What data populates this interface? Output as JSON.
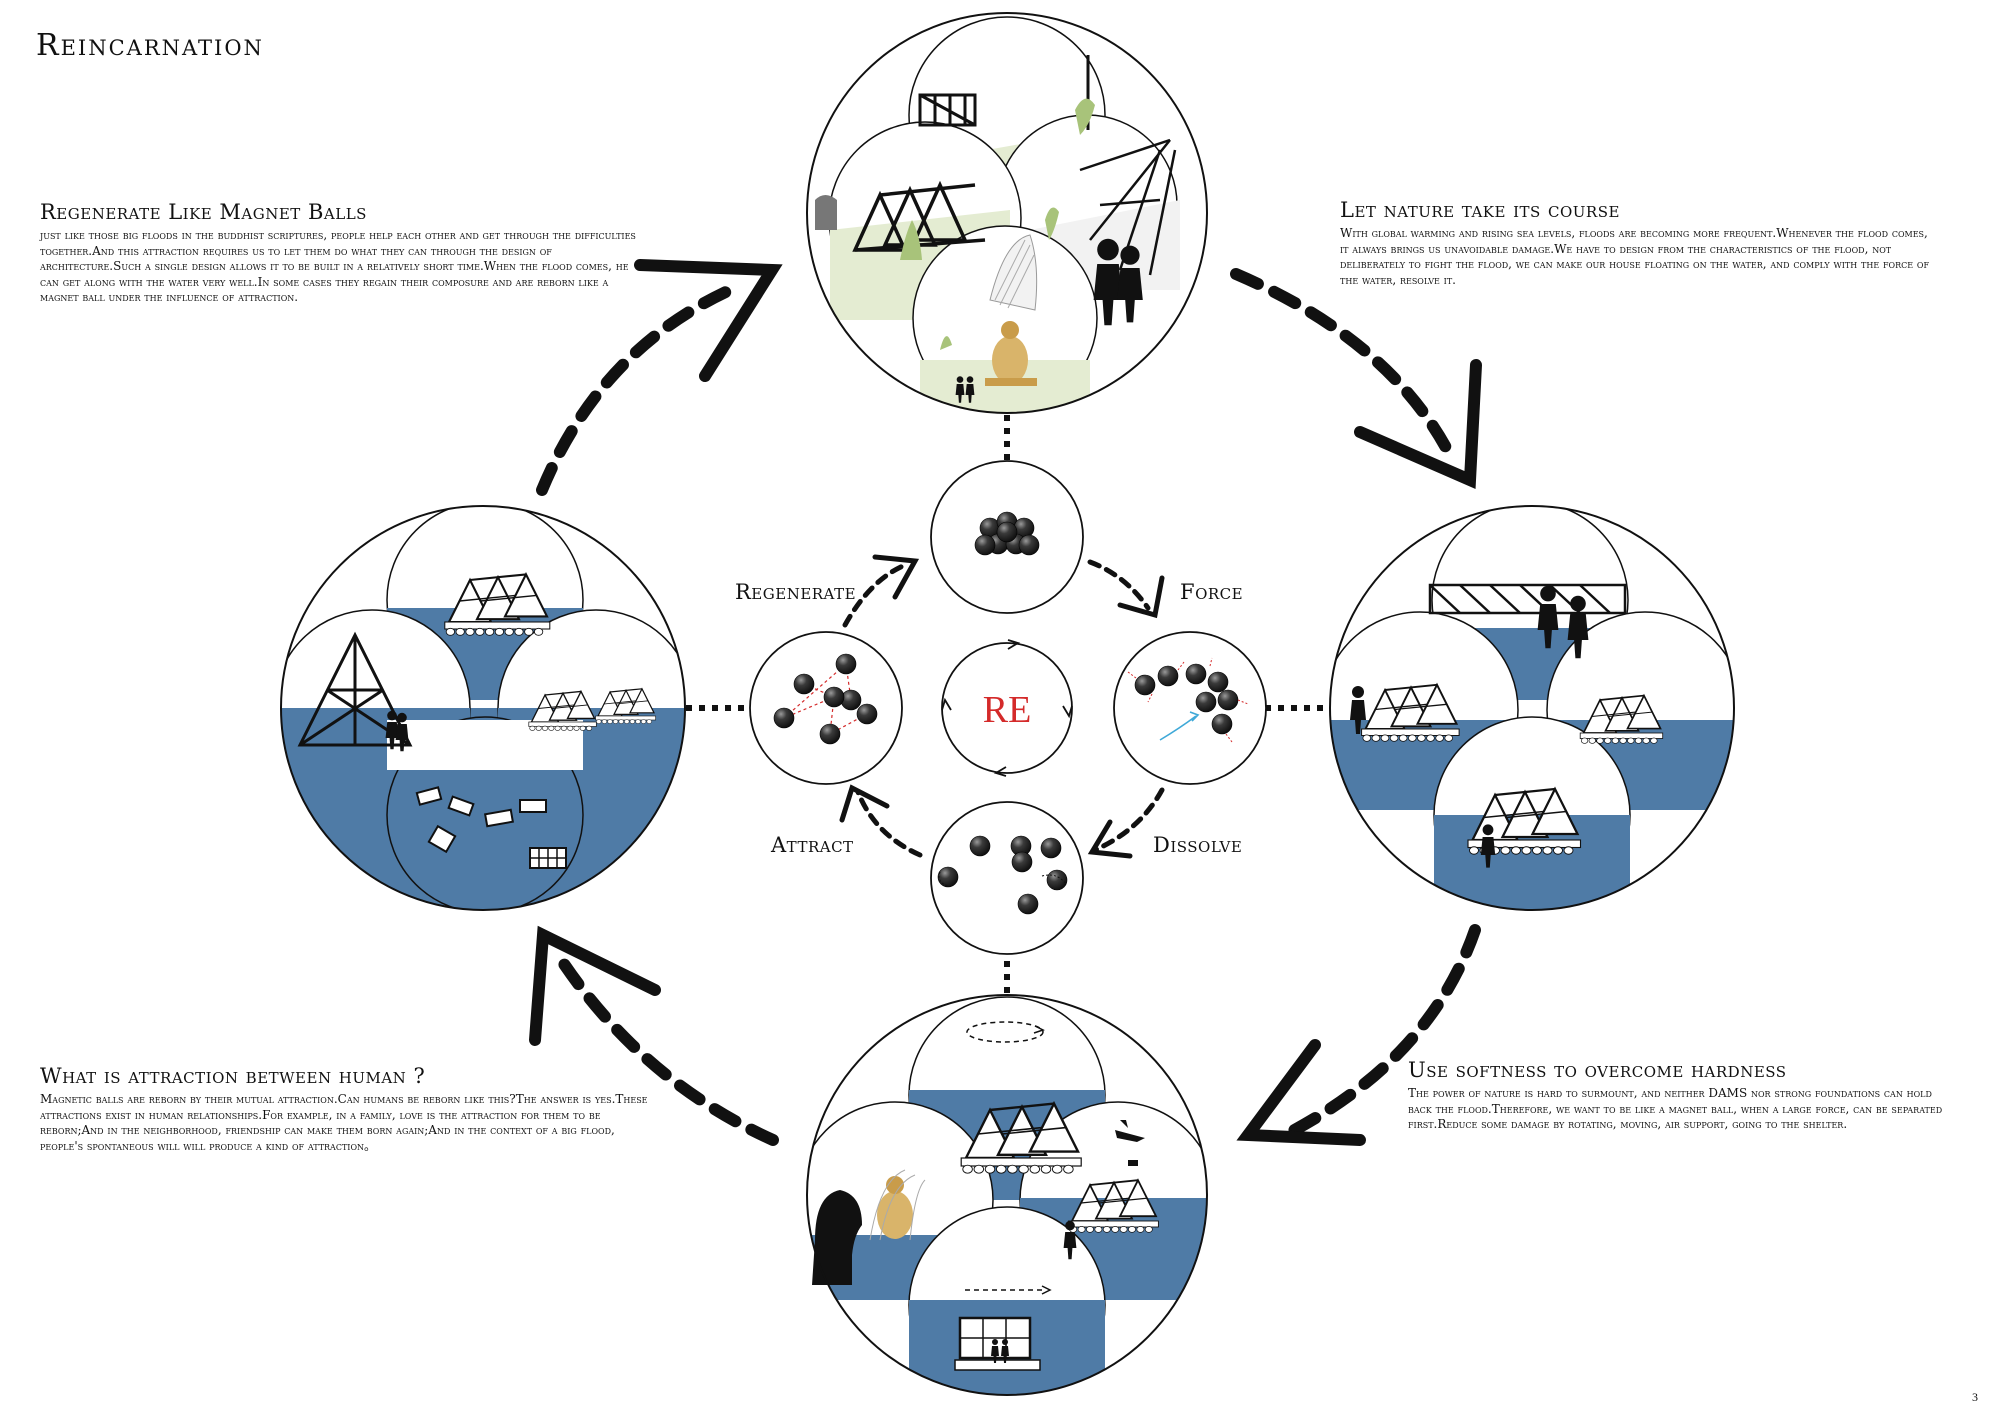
{
  "title": "Reincarnation",
  "page_number": "3",
  "center_label": "RE",
  "step_labels": {
    "regenerate": "Regenerate",
    "force": "Force",
    "dissolve": "Dissolve",
    "attract": "Attract"
  },
  "blocks": {
    "top_left": {
      "heading": "Regenerate Like Magnet Balls",
      "body": "just like those big floods in the buddhist scriptures, people help each other and get through the difficulties together.And this attraction requires us to let them do what they can through the design of architecture.Such a single design allows it to be built in a relatively short time.When the flood comes, he can get along with the water very well.In some cases they regain their composure and are reborn like a magnet ball under the influence of attraction."
    },
    "top_right": {
      "heading": "Let nature take its course",
      "body": "With global warming and rising sea levels, floods are becoming more frequent.Whenever the flood comes, it always brings us unavoidable damage.We have to design from the characteristics of the flood, not deliberately to fight the flood, we can make our house floating on the water, and comply with the force of the water, resolve it."
    },
    "bottom_left": {
      "heading": "What is  attraction between human ?",
      "body": "Magnetic balls are reborn by their mutual attraction.Can humans be reborn like this?The answer is yes.These attractions exist in human relationships.For example, in a family, love is the attraction for them to be reborn;And in the neighborhood, friendship can make them born again;And in the context of a big flood, people's spontaneous will will produce a kind of attraction。"
    },
    "bottom_right": {
      "heading": "Use softness to overcome hardness",
      "body": "The power of nature is hard to surmount, and neither DAMS nor strong foundations can hold back the flood.Therefore, we want to be like a magnet ball, when a large force, can be separated first.Reduce some damage by rotating, moving, air support, going to the shelter."
    }
  },
  "colors": {
    "water": "#4f7ba6",
    "grass": "#e4ecd2",
    "accent_red": "#d42a2a",
    "ink": "#111111",
    "arrow_blue": "#3fa9d8"
  }
}
